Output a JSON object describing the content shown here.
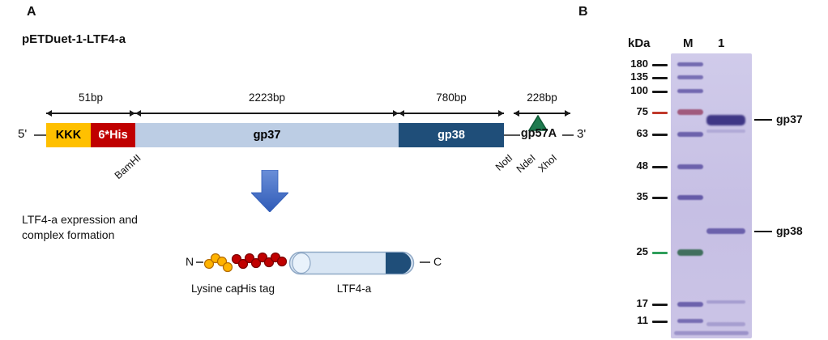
{
  "figure": {
    "panelA": {
      "label": "A",
      "plasmid_title": "pETDuet-1-LTF4-a",
      "construct": {
        "five_prime": "5'",
        "three_prime": "3'",
        "segments": {
          "kkk": {
            "label": "KKK",
            "color": "#FFC000",
            "text_color": "#000000"
          },
          "his": {
            "label": "6*His",
            "color": "#C00000",
            "text_color": "#FFFFFF"
          },
          "gp37": {
            "label": "gp37",
            "color": "#BCCDE4",
            "text_color": "#000000"
          },
          "gp38": {
            "label": "gp38",
            "color": "#1F4E79",
            "text_color": "#FFFFFF"
          },
          "gp57a": {
            "label": "gp57A",
            "triangle_color": "#1E7B4F"
          }
        },
        "size_labels": {
          "kkk_his": "51bp",
          "gp37": "2223bp",
          "gp38": "780bp",
          "gp57a": "228bp"
        },
        "restriction_sites": {
          "bamhi": "BamHI",
          "noti": "NotI",
          "ndei": "NdeI",
          "xhoi": "XhoI"
        }
      },
      "process_arrow_color": "#4472C4",
      "expression_caption": {
        "line1": "LTF4-a expression and",
        "line2": "complex formation"
      },
      "protein_cartoon": {
        "n_terminus": "N",
        "c_terminus": "C",
        "lysine_cap_label": "Lysine cap",
        "lysine_bead_color": "#FFB300",
        "his_tag_label": "His tag",
        "his_bead_color": "#C00000",
        "protein_label": "LTF4-a",
        "body_color": "#D9E6F4",
        "cap_color": "#1F4E79"
      }
    },
    "panelB": {
      "label": "B",
      "kda_header": "kDa",
      "marker_lane_header": "M",
      "sample_lane_header": "1",
      "marker_weights": [
        "180",
        "135",
        "100",
        "75",
        "63",
        "48",
        "35",
        "25",
        "17",
        "11"
      ],
      "tick_color_default": "#1a1a1a",
      "tick_color_75": "#C0392B",
      "tick_color_25": "#2E9E5B",
      "gel_color": "#C8C1E5",
      "band_color": "#554A9E",
      "band_labels": {
        "gp37": "gp37",
        "gp38": "gp38"
      }
    }
  }
}
